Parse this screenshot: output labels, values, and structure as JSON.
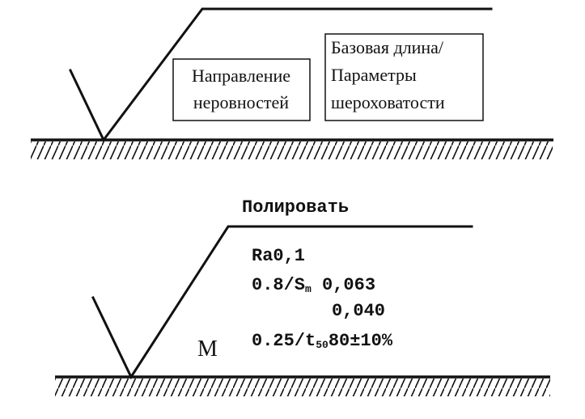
{
  "top_symbol": {
    "box_direction": [
      "Направление",
      "неровностей"
    ],
    "box_params": [
      "Базовая длина/",
      "Параметры",
      "шероховатости"
    ]
  },
  "bottom_symbol": {
    "method": "Полировать",
    "line1": "Ra0,1",
    "line2_prefix": "0.8/S",
    "line2_sub": "m",
    "line2_value": " 0,063",
    "line3": "0,040",
    "line4_prefix": "0.25/t",
    "line4_sub": "50",
    "line4_value": "80±10%",
    "direction_symbol": "M"
  }
}
